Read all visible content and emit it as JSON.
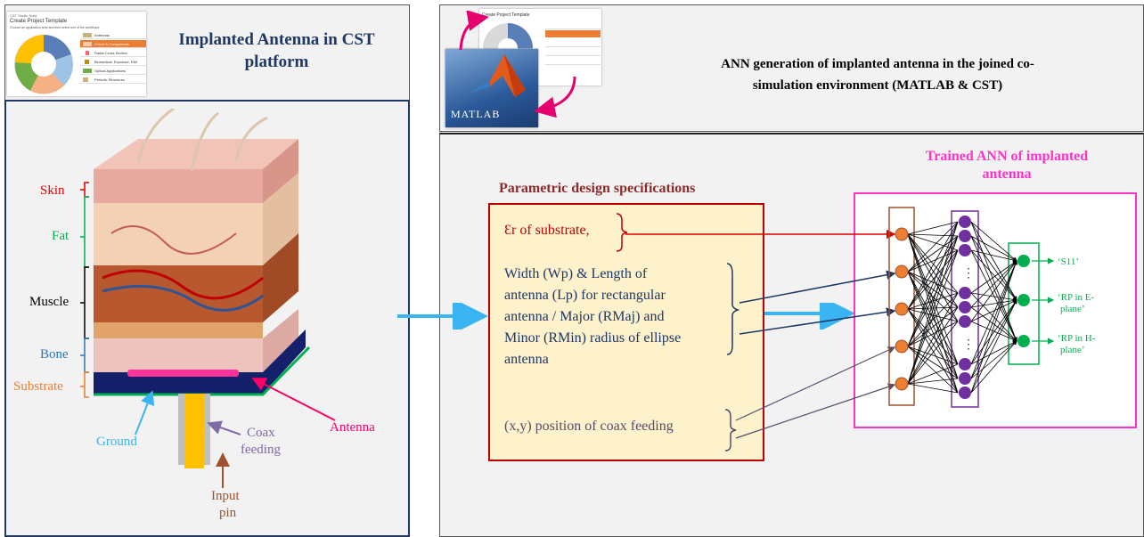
{
  "left_panel": {
    "title_line1": "Implanted Antenna in CST",
    "title_line2": "platform",
    "thumbnail": {
      "app_label": "CST Studio Suite",
      "heading": "Create Project Template",
      "subtitle": "Choose an application area and then select one of the workflows.",
      "menu": [
        "Antennas",
        "Circuit & Components",
        "Radar Cross Section",
        "Biomedical, Exposure, EMI",
        "Optical Applications",
        "Periodic Structures"
      ],
      "selected_index": 1
    }
  },
  "right_panel": {
    "title_line1": "ANN generation of implanted antenna in the joined co-",
    "title_line2": "simulation environment (MATLAB & CST)",
    "matlab_label": "MATLAB"
  },
  "tissue_labels": {
    "skin": "Skin",
    "fat": "Fat",
    "muscle": "Muscle",
    "bone": "Bone",
    "substrate": "Substrate",
    "ground": "Ground",
    "coax_line1": "Coax",
    "coax_line2": "feeding",
    "antenna": "Antenna",
    "pin_line1": "Input",
    "pin_line2": "pin"
  },
  "specs": {
    "heading": "Parametric design specifications",
    "er": "Ɛr of substrate,",
    "dims_lines": [
      "Width (Wp) & Length of",
      "antenna (Lp) for rectangular",
      "antenna / Major (RMaj) and",
      "Minor (RMin) radius of ellipse",
      "antenna"
    ],
    "coax": "(x,y) position of coax feeding"
  },
  "ann": {
    "title_line1": "Trained ANN of implanted",
    "title_line2": "antenna",
    "outputs": [
      {
        "line1": "‘S11’",
        "line2": ""
      },
      {
        "line1": "‘RP in E-",
        "line2": "plane’"
      },
      {
        "line1": "‘RP in H-",
        "line2": "plane’"
      }
    ],
    "ellipsis": "⋮"
  },
  "colors": {
    "title_blue": "#1f3864",
    "spec_red": "#c00000",
    "spec_heading": "#8b2c2c",
    "ann_pink": "#ff33cc",
    "input_node": "#ed7d31",
    "hidden_node": "#7030a0",
    "output_node": "#00b050",
    "arrow_blue": "#1f3864",
    "big_arrow": "#3ab4f2"
  }
}
